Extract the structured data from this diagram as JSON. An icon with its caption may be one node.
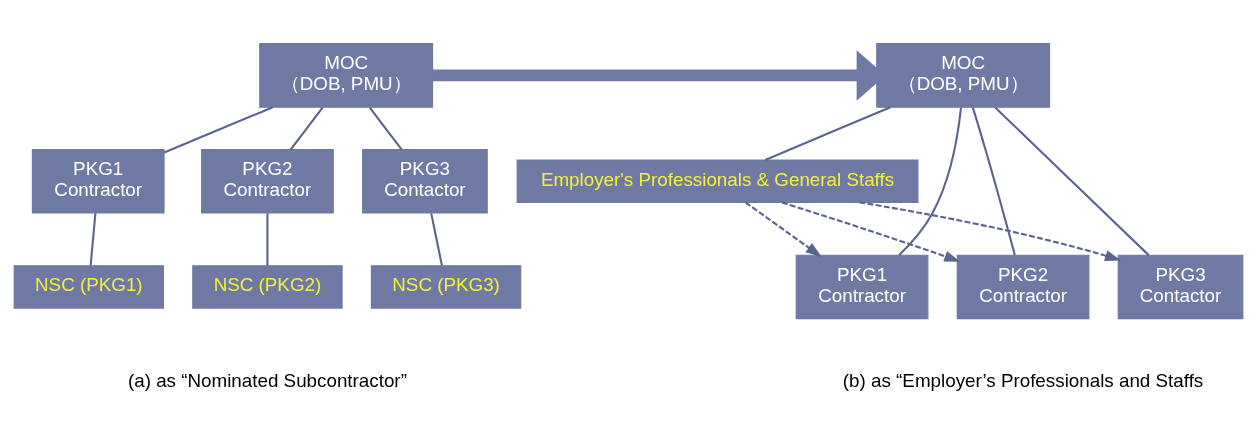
{
  "diagram": {
    "nodes": [
      {
        "text": [
          "MOC",
          "（DOB, PMU）"
        ]
      },
      {
        "text": [
          "PKG1",
          "Contractor"
        ]
      },
      {
        "text": [
          "PKG2",
          "Contractor"
        ]
      },
      {
        "text": [
          "PKG3",
          "Contactor"
        ]
      },
      {
        "text": [
          "NSC (PKG1)"
        ]
      },
      {
        "text": [
          "NSC (PKG2)"
        ]
      },
      {
        "text": [
          "NSC (PKG3)"
        ]
      },
      {
        "text": [
          "MOC",
          "（DOB, PMU）"
        ]
      },
      {
        "text": [
          "Employer's Professionals & General Staffs"
        ]
      },
      {
        "text": [
          "PKG1",
          "Contractor"
        ]
      },
      {
        "text": [
          "PKG2",
          "Contractor"
        ]
      },
      {
        "text": [
          "PKG3",
          "Contactor"
        ]
      }
    ],
    "edges": [
      {
        "from": 0,
        "to": 1,
        "arrow": "none"
      },
      {
        "from": 0,
        "to": 2,
        "arrow": "none"
      },
      {
        "from": 0,
        "to": 3,
        "arrow": "none"
      },
      {
        "from": 1,
        "to": 4,
        "arrow": "none"
      },
      {
        "from": 2,
        "to": 5,
        "arrow": "none"
      },
      {
        "from": 3,
        "to": 6,
        "arrow": "none"
      },
      {
        "from": 0,
        "to": 7,
        "arrow": "to",
        "style": "thick"
      },
      {
        "from": 7,
        "to": 8,
        "arrow": "none"
      },
      {
        "from": 7,
        "to": 9,
        "arrow": "none"
      },
      {
        "from": 7,
        "to": 10,
        "arrow": "none"
      },
      {
        "from": 7,
        "to": 11,
        "arrow": "none"
      },
      {
        "from": 8,
        "to": 9,
        "arrow": "to",
        "style": "dashed"
      },
      {
        "from": 8,
        "to": 10,
        "arrow": "to",
        "style": "dashed"
      },
      {
        "from": 8,
        "to": 11,
        "arrow": "to",
        "style": "dashed"
      }
    ],
    "labels": [
      "(a) as “Nominated Subcontractor”",
      "(b) as “Employer’s Professionals and Staffs"
    ]
  }
}
